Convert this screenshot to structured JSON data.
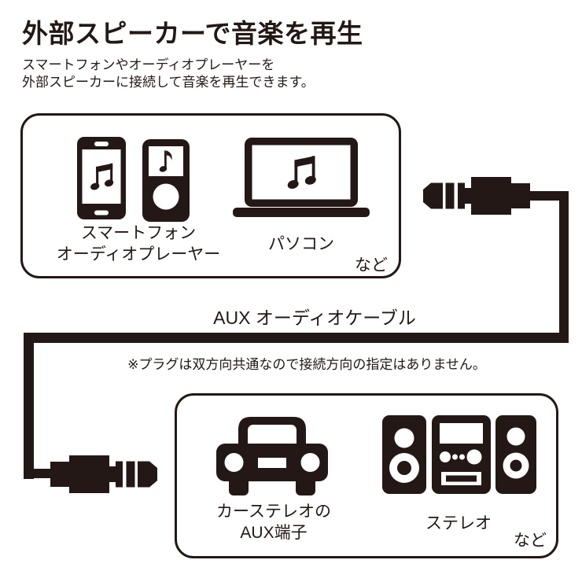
{
  "page": {
    "title": "外部スピーカーで音楽を再生",
    "subtitle_line1": "スマートフォンやオーディオプレーヤーを",
    "subtitle_line2": "外部スピーカーに接続して音楽を再生できます。"
  },
  "colors": {
    "ink": "#231815",
    "background": "#ffffff"
  },
  "source_box": {
    "icons": [
      "smartphone-icon",
      "audio-player-icon",
      "laptop-icon"
    ],
    "devices_label_line1": "スマートフォン",
    "devices_label_line2": "オーディオプレーヤー",
    "pc_label": "パソコン",
    "etc_label": "など"
  },
  "cable": {
    "label": "AUX オーディオケーブル",
    "note": "※プラグは双方向共通なので接続方向の指定はありません。"
  },
  "destination_box": {
    "icons": [
      "car-icon",
      "stereo-icon"
    ],
    "car_label_line1": "カーステレオの",
    "car_label_line2": "AUX端子",
    "stereo_label": "ステレオ",
    "etc_label": "など"
  }
}
